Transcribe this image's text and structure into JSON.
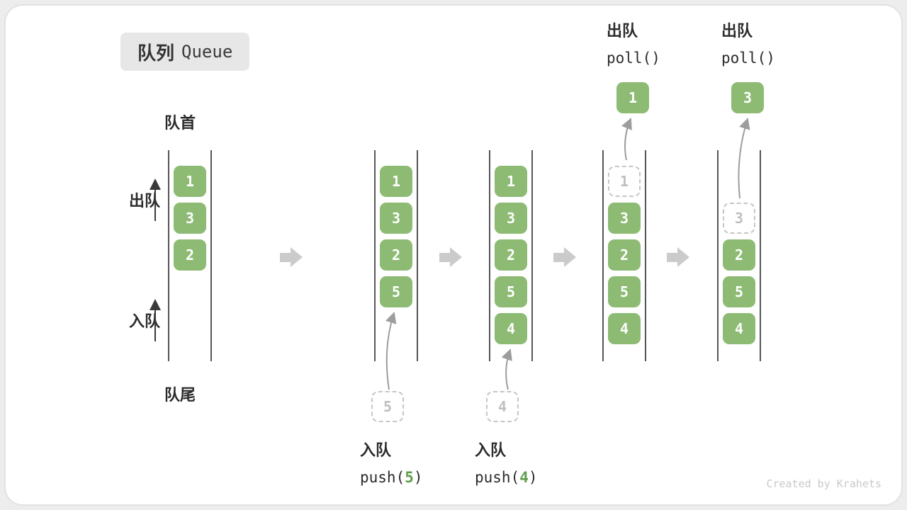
{
  "title": {
    "zh": "队列",
    "en": "Queue"
  },
  "labels": {
    "front": "队首",
    "rear": "队尾",
    "dequeue": "出队",
    "enqueue": "入队"
  },
  "colors": {
    "cell_green": "#8dbb74",
    "dashed_gray": "#c6c6c6",
    "flow_arrow_gray": "#cbcbcb",
    "curve_arrow_gray": "#9d9d9d",
    "code_arg_green": "#5f9e4c"
  },
  "stages": [
    {
      "cells": [
        "1",
        "3",
        "2"
      ]
    },
    {
      "cells": [
        "1",
        "3",
        "2",
        "5"
      ],
      "incoming": "5",
      "op": {
        "zh": "入队",
        "pre": "push(",
        "arg": "5",
        "post": ")"
      }
    },
    {
      "cells": [
        "1",
        "3",
        "2",
        "5",
        "4"
      ],
      "incoming": "4",
      "op": {
        "zh": "入队",
        "pre": "push(",
        "arg": "4",
        "post": ")"
      }
    },
    {
      "removed": "1",
      "cells": [
        "3",
        "2",
        "5",
        "4"
      ],
      "out": "1",
      "op": {
        "zh": "出队",
        "fn": "poll()"
      }
    },
    {
      "removed": "3",
      "cells": [
        "2",
        "5",
        "4"
      ],
      "out": "3",
      "op": {
        "zh": "出队",
        "fn": "poll()"
      }
    }
  ],
  "watermark": "Created by Krahets"
}
